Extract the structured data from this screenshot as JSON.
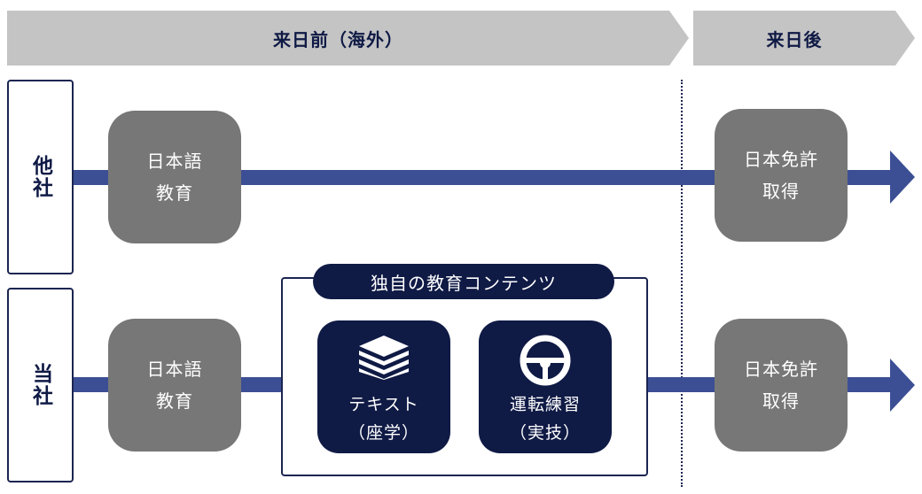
{
  "phases": {
    "before": "来日前（海外）",
    "after": "来日後"
  },
  "rows": {
    "other": {
      "label": "他社",
      "step1": [
        "日本語",
        "教育"
      ],
      "step2": [
        "日本免許",
        "取得"
      ]
    },
    "ours": {
      "label": "当社",
      "step1": [
        "日本語",
        "教育"
      ],
      "content_title": "独自の教育コンテンツ",
      "cards": [
        {
          "line1": "テキスト",
          "line2": "（座学）",
          "icon": "books-icon"
        },
        {
          "line1": "運転練習",
          "line2": "（実技）",
          "icon": "steering-wheel-icon"
        }
      ],
      "step2": [
        "日本免許",
        "取得"
      ]
    }
  },
  "colors": {
    "phase_bar": "#c4c4c4",
    "flow": "#3c4f95",
    "step_box": "#777777",
    "navy": "#0f1a45"
  }
}
